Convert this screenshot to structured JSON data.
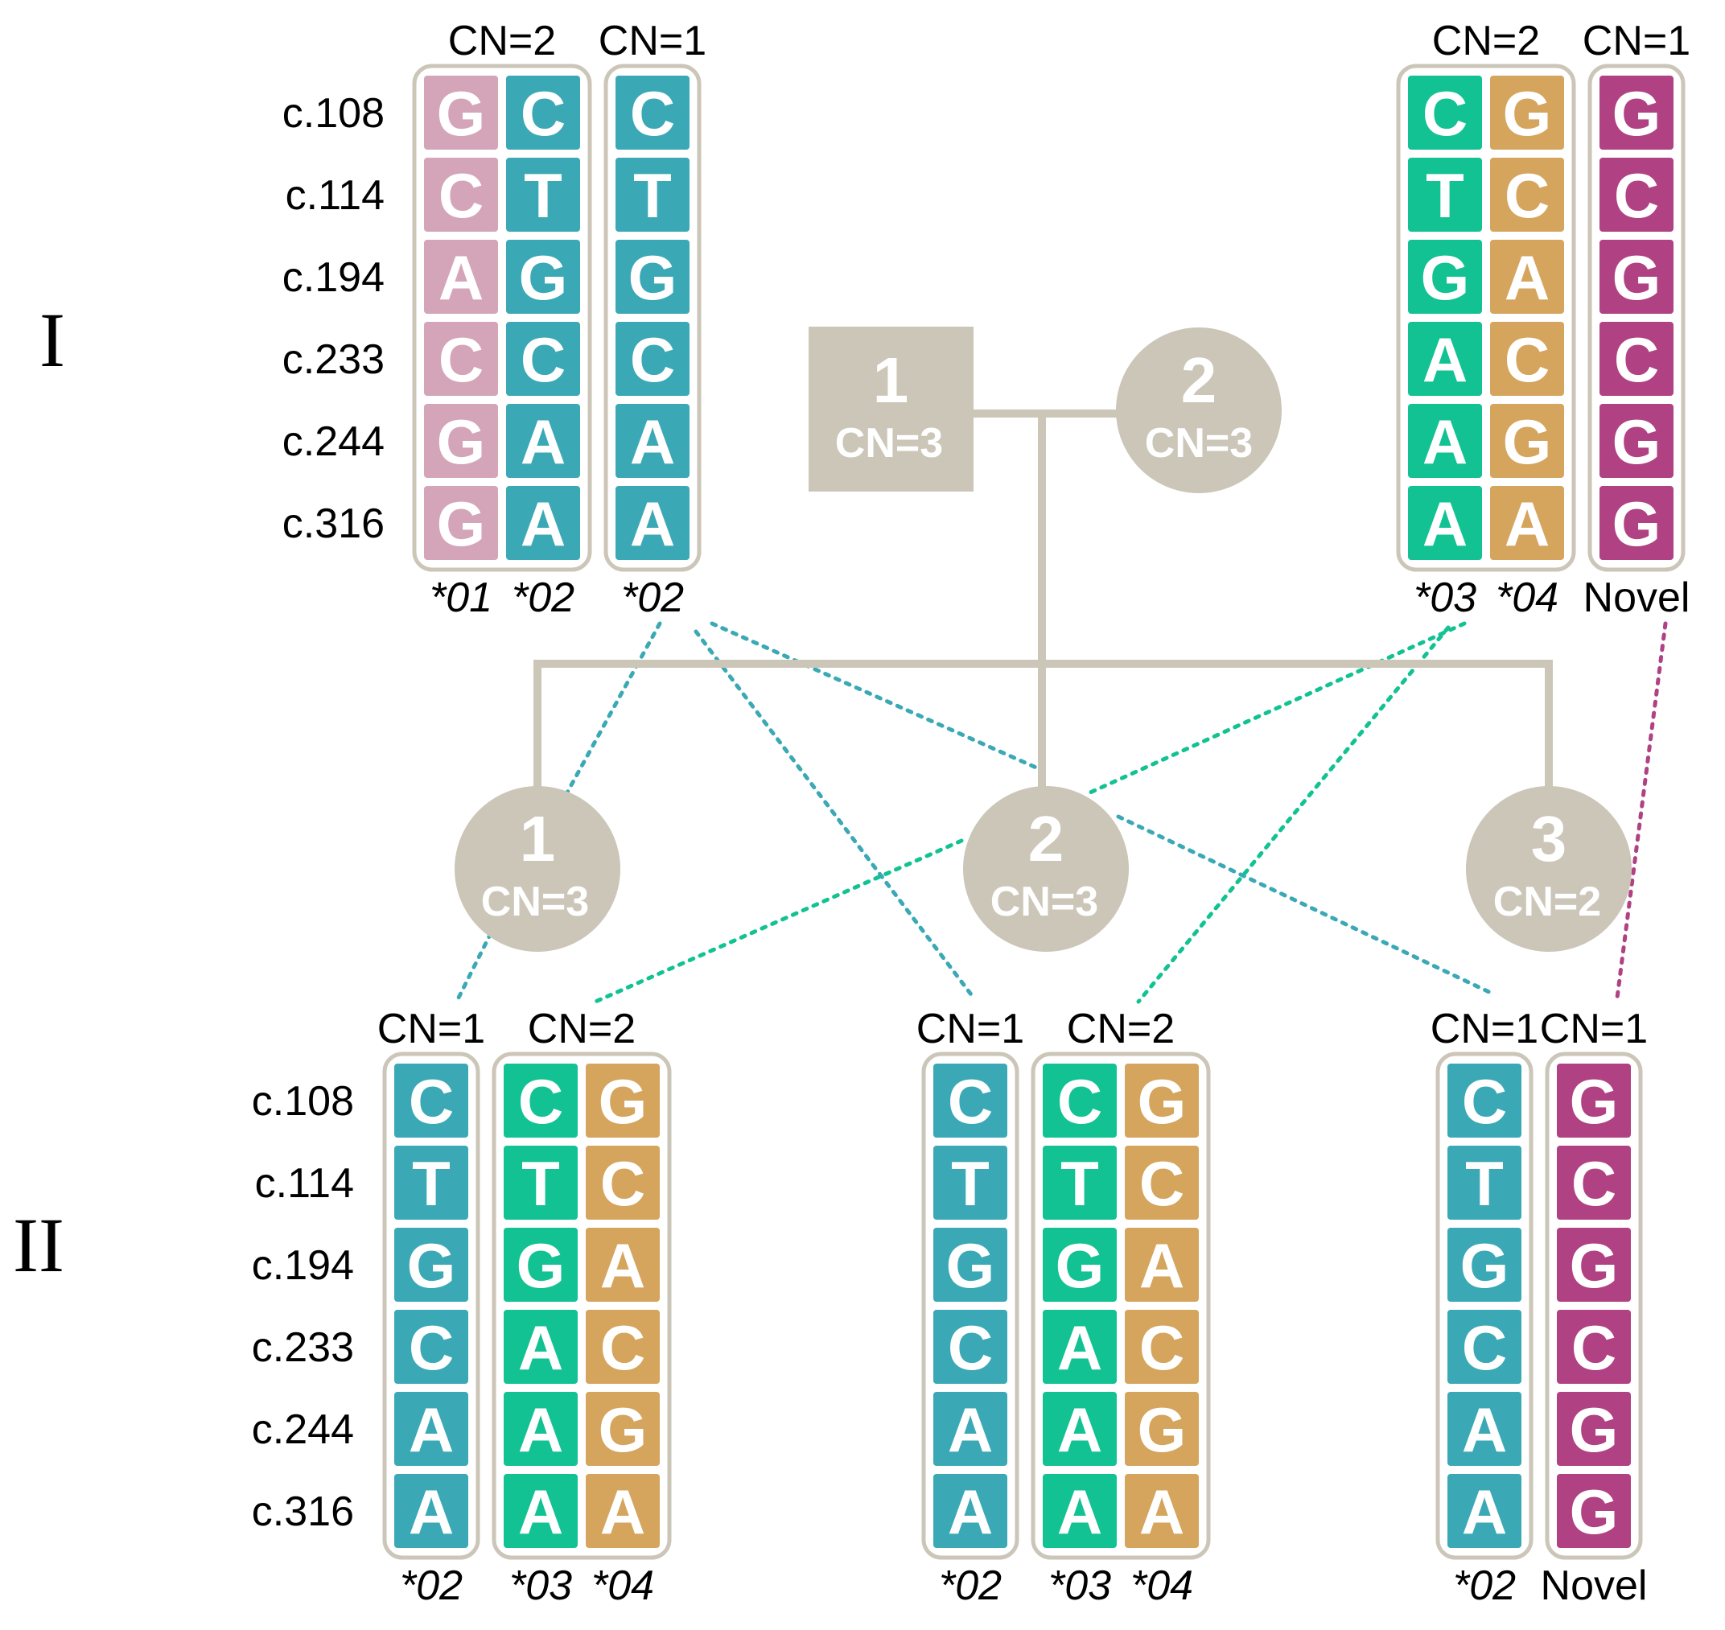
{
  "colors": {
    "node": "#cbc6b8",
    "frame": "#cbc6b8",
    "allele_01": "#d4a5b8",
    "allele_02": "#3ba9b5",
    "allele_03": "#12c293",
    "allele_04": "#d5a55e",
    "novel": "#b04283",
    "link_02": "#3ba9b5",
    "link_03": "#12c293",
    "link_novel": "#b04283"
  },
  "generations": [
    {
      "id": "I",
      "label": "I"
    },
    {
      "id": "II",
      "label": "II"
    }
  ],
  "positions": [
    "c.108",
    "c.114",
    "c.194",
    "c.233",
    "c.244",
    "c.316"
  ],
  "pedigree": {
    "I": [
      {
        "id": "I-1",
        "number": "1",
        "cn": "CN=3",
        "shape": "square",
        "sex": "male"
      },
      {
        "id": "I-2",
        "number": "2",
        "cn": "CN=3",
        "shape": "circle",
        "sex": "female"
      }
    ],
    "II": [
      {
        "id": "II-1",
        "number": "1",
        "cn": "CN=3",
        "shape": "circle",
        "sex": "female"
      },
      {
        "id": "II-2",
        "number": "2",
        "cn": "CN=3",
        "shape": "circle",
        "sex": "female"
      },
      {
        "id": "II-3",
        "number": "3",
        "cn": "CN=2",
        "shape": "circle",
        "sex": "female"
      }
    ]
  },
  "haplotypes": [
    {
      "person": "I-1",
      "groups": [
        {
          "cn": "CN=2",
          "alleles": [
            {
              "name": "*01",
              "italic": true,
              "color": "allele_01",
              "bases": [
                "G",
                "C",
                "A",
                "C",
                "G",
                "G"
              ]
            },
            {
              "name": "*02",
              "italic": true,
              "color": "allele_02",
              "bases": [
                "C",
                "T",
                "G",
                "C",
                "A",
                "A"
              ]
            }
          ]
        },
        {
          "cn": "CN=1",
          "alleles": [
            {
              "name": "*02",
              "italic": true,
              "color": "allele_02",
              "bases": [
                "C",
                "T",
                "G",
                "C",
                "A",
                "A"
              ]
            }
          ]
        }
      ]
    },
    {
      "person": "I-2",
      "groups": [
        {
          "cn": "CN=2",
          "alleles": [
            {
              "name": "*03",
              "italic": true,
              "color": "allele_03",
              "bases": [
                "C",
                "T",
                "G",
                "A",
                "A",
                "A"
              ]
            },
            {
              "name": "*04",
              "italic": true,
              "color": "allele_04",
              "bases": [
                "G",
                "C",
                "A",
                "C",
                "G",
                "A"
              ]
            }
          ]
        },
        {
          "cn": "CN=1",
          "alleles": [
            {
              "name": "Novel",
              "italic": false,
              "color": "novel",
              "bases": [
                "G",
                "C",
                "G",
                "C",
                "G",
                "G"
              ]
            }
          ]
        }
      ]
    },
    {
      "person": "II-1",
      "groups": [
        {
          "cn": "CN=1",
          "alleles": [
            {
              "name": "*02",
              "italic": true,
              "color": "allele_02",
              "bases": [
                "C",
                "T",
                "G",
                "C",
                "A",
                "A"
              ]
            }
          ]
        },
        {
          "cn": "CN=2",
          "alleles": [
            {
              "name": "*03",
              "italic": true,
              "color": "allele_03",
              "bases": [
                "C",
                "T",
                "G",
                "A",
                "A",
                "A"
              ]
            },
            {
              "name": "*04",
              "italic": true,
              "color": "allele_04",
              "bases": [
                "G",
                "C",
                "A",
                "C",
                "G",
                "A"
              ]
            }
          ]
        }
      ]
    },
    {
      "person": "II-2",
      "groups": [
        {
          "cn": "CN=1",
          "alleles": [
            {
              "name": "*02",
              "italic": true,
              "color": "allele_02",
              "bases": [
                "C",
                "T",
                "G",
                "C",
                "A",
                "A"
              ]
            }
          ]
        },
        {
          "cn": "CN=2",
          "alleles": [
            {
              "name": "*03",
              "italic": true,
              "color": "allele_03",
              "bases": [
                "C",
                "T",
                "G",
                "A",
                "A",
                "A"
              ]
            },
            {
              "name": "*04",
              "italic": true,
              "color": "allele_04",
              "bases": [
                "G",
                "C",
                "A",
                "C",
                "G",
                "A"
              ]
            }
          ]
        }
      ]
    },
    {
      "person": "II-3",
      "groups": [
        {
          "cn": "CN=1",
          "alleles": [
            {
              "name": "*02",
              "italic": true,
              "color": "allele_02",
              "bases": [
                "C",
                "T",
                "G",
                "C",
                "A",
                "A"
              ]
            }
          ]
        },
        {
          "cn": "CN=1",
          "alleles": [
            {
              "name": "Novel",
              "italic": false,
              "color": "novel",
              "bases": [
                "G",
                "C",
                "G",
                "C",
                "G",
                "G"
              ]
            }
          ]
        }
      ]
    }
  ],
  "inheritance_links": [
    {
      "from": "I-1 *02",
      "to": "II-1 *02",
      "color": "link_02"
    },
    {
      "from": "I-1 *02",
      "to": "II-2 *02",
      "color": "link_02"
    },
    {
      "from": "I-1 *02",
      "to": "II-3 *02",
      "color": "link_02"
    },
    {
      "from": "I-2 *03/*04",
      "to": "II-1 *03/*04",
      "color": "link_03"
    },
    {
      "from": "I-2 *03/*04",
      "to": "II-2 *03/*04",
      "color": "link_03"
    },
    {
      "from": "I-2 Novel",
      "to": "II-3 Novel",
      "color": "link_novel"
    }
  ]
}
